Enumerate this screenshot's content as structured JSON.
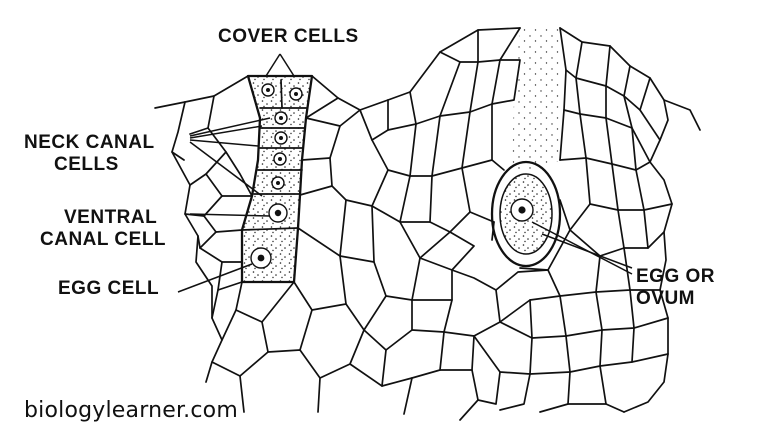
{
  "labels": {
    "cover_cells": "COVER CELLS",
    "neck_canal_cells_1": "NECK CANAL",
    "neck_canal_cells_2": "CELLS",
    "ventral_canal_cell_1": "VENTRAL",
    "ventral_canal_cell_2": "CANAL CELL",
    "egg_cell": "EGG CELL",
    "egg_or_ovum_1": "EGG OR",
    "egg_or_ovum_2": "OVUM"
  },
  "watermark": "biologylearner.com"
}
